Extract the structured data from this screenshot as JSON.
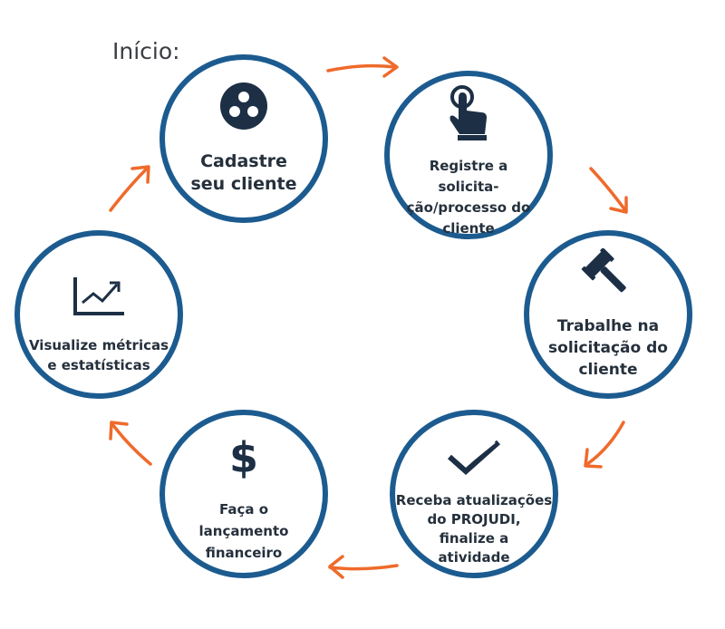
{
  "start_label": "Início:",
  "colors": {
    "circle_border": "#1c5b8f",
    "icon": "#1c2f45",
    "arrow": "#ef6a2b",
    "text": "#25303c"
  },
  "steps": [
    {
      "label": "Cadastre\nseu cliente",
      "icon": "users-circle-icon"
    },
    {
      "label": "Registre a solicita-\nção/processo do\ncliente",
      "icon": "touch-hand-icon"
    },
    {
      "label": "Trabalhe na\nsolicitação do\ncliente",
      "icon": "gavel-icon"
    },
    {
      "label": "Receba atualizações\ndo PROJUDI,\nfinalize a\natividade",
      "icon": "checkmark-icon"
    },
    {
      "label": "Faça o lançamento\nfinanceiro",
      "icon": "dollar-icon"
    },
    {
      "label": "Visualize métricas\ne estatísticas",
      "icon": "chart-trend-icon"
    }
  ]
}
